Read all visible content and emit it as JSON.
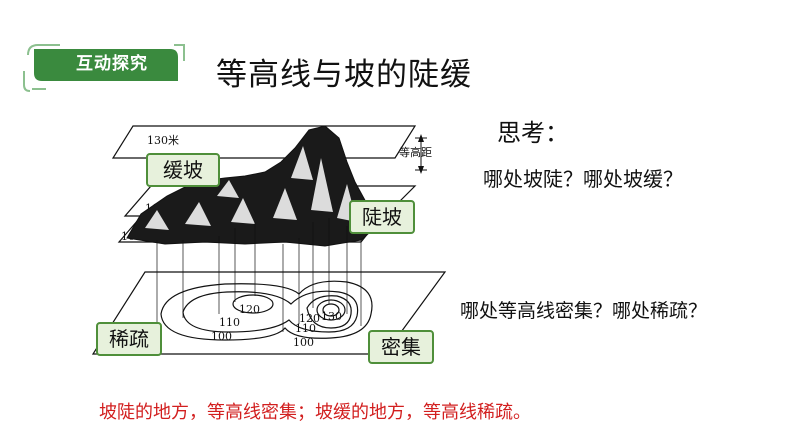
{
  "header": {
    "badge_label": "互动探究",
    "title": "等高线与坡的陡缓"
  },
  "think": {
    "heading": "思考：",
    "question_slope": "哪处坡陡？哪处坡缓？",
    "question_contour": "哪处等高线密集？哪处稀疏？"
  },
  "conclusion": "坡陡的地方，等高线密集；坡缓的地方，等高线稀疏。",
  "diagram": {
    "plane_labels": [
      "130米",
      "110米",
      "100米"
    ],
    "interval_label": "等高距",
    "contour_labels": [
      "120",
      "110",
      "100",
      "120",
      "130",
      "110",
      "100"
    ],
    "callouts": {
      "gentle": "缓坡",
      "steep": "陡坡",
      "sparse": "稀疏",
      "dense": "密集"
    }
  },
  "colors": {
    "badge_green": "#3a8a3e",
    "callout_fill": "#e7f1dc",
    "callout_border": "#4f8f3a",
    "conclusion_red": "#d21f1f"
  }
}
